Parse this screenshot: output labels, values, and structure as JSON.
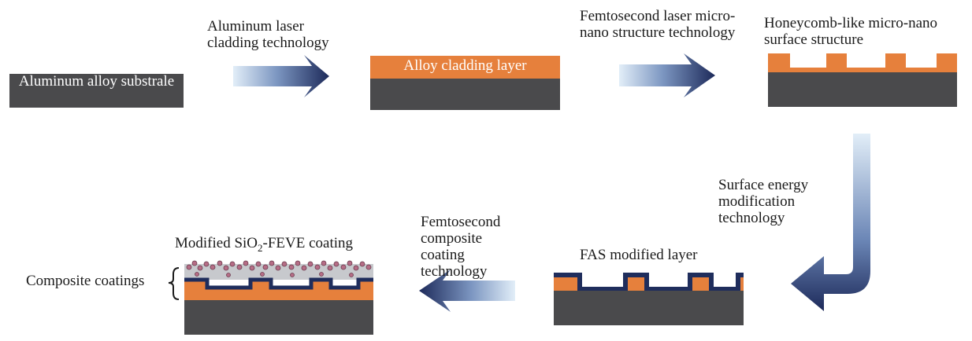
{
  "colors": {
    "substrate": "#4a4a4c",
    "cladding": "#e6803c",
    "fas_layer": "#1f2d5c",
    "arrow_dark": "#1d2a5a",
    "arrow_light": "#e2eef8",
    "coating_fill": "#c7c9cd",
    "particle": "#b56d86"
  },
  "labels": {
    "substrate": "Aluminum alloy substrale",
    "laser_cladding_tech": "Aluminum laser cladding technology",
    "cladding_layer": "Alloy cladding layer",
    "femto_laser_tech": "Femtosecond laser micro-nano structure technology",
    "honeycomb": "Honeycomb-like micro-nano surface structure",
    "surface_energy_tech": "Surface energy modification technology",
    "fas_layer": "FAS modified layer",
    "femto_composite_tech": "Femtosecond composite coating technology",
    "modified_coating_prefix": "Modified SiO",
    "modified_coating_sub": "2",
    "modified_coating_suffix": "-FEVE coating",
    "composite_coatings": "Composite coatings"
  }
}
